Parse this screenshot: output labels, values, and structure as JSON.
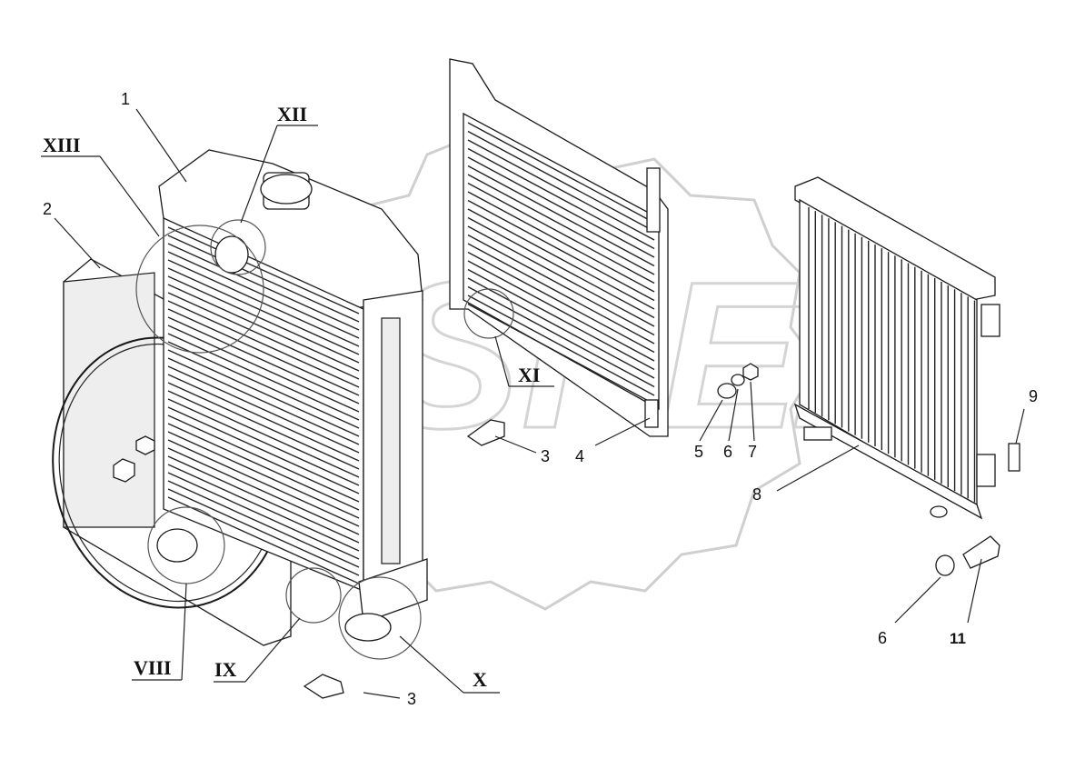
{
  "callouts": {
    "c1": "1",
    "c2": "2",
    "c3a": "3",
    "c3b": "3",
    "c4": "4",
    "c5": "5",
    "c6a": "6",
    "c6b": "6",
    "c7": "7",
    "c8": "8",
    "c9": "9",
    "c11": "11"
  },
  "views": {
    "viii": "VIII",
    "ix": "IX",
    "x": "X",
    "xi": "XI",
    "xii": "XII",
    "xiii": "XIII"
  },
  "watermark": "SPEZ",
  "colors": {
    "line": "#1a1a1a",
    "watermark": "#cfcfcf",
    "fill": "#eeeeee"
  }
}
